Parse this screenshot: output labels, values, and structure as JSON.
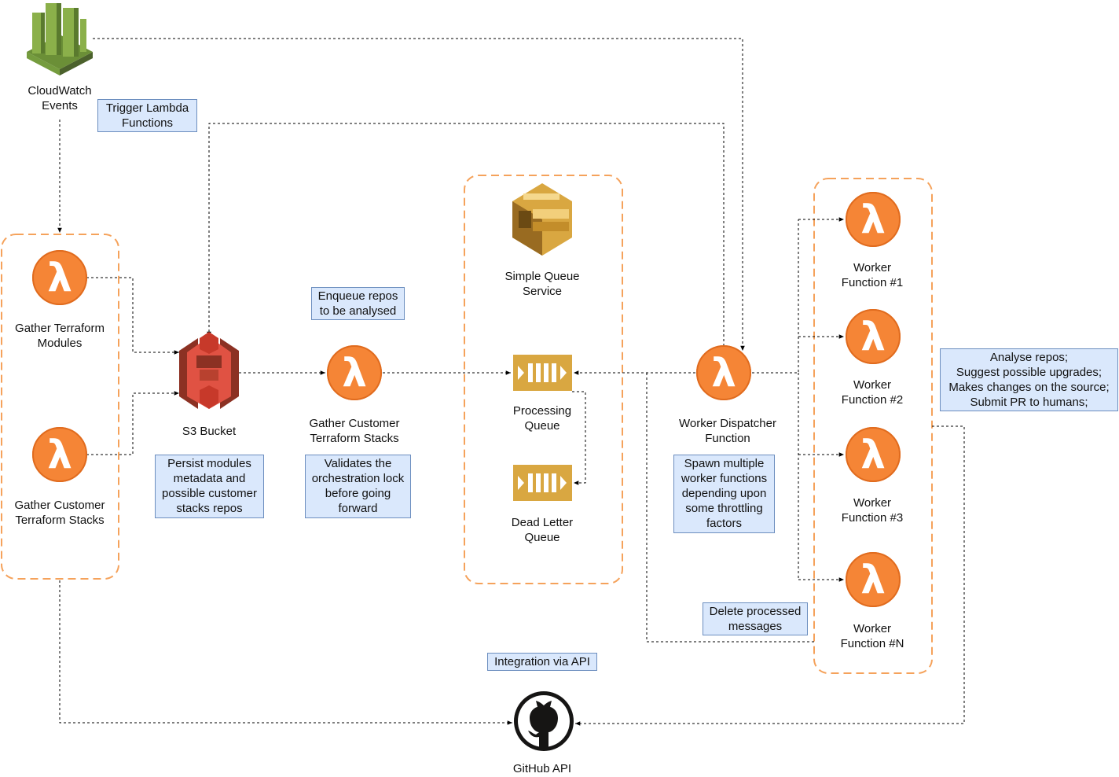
{
  "nodes": {
    "cloudwatch": {
      "icon": "cloudwatch-icon",
      "lines": [
        "CloudWatch",
        "Events"
      ]
    },
    "gather_modules": {
      "icon": "lambda-icon",
      "lines": [
        "Gather Terraform",
        "Modules"
      ]
    },
    "gather_stacks_left": {
      "icon": "lambda-icon",
      "lines": [
        "Gather Customer",
        "Terraform Stacks"
      ]
    },
    "s3": {
      "icon": "s3-bucket-icon",
      "lines": [
        "S3 Bucket"
      ]
    },
    "gather_stacks_mid": {
      "icon": "lambda-icon",
      "lines": [
        "Gather Customer",
        "Terraform Stacks"
      ]
    },
    "sqs": {
      "icon": "sqs-icon",
      "lines": [
        "Simple Queue",
        "Service"
      ]
    },
    "processing_queue": {
      "icon": "queue-icon",
      "lines": [
        "Processing",
        "Queue"
      ]
    },
    "dead_letter_queue": {
      "icon": "queue-icon",
      "lines": [
        "Dead Letter",
        "Queue"
      ]
    },
    "dispatcher": {
      "icon": "lambda-icon",
      "lines": [
        "Worker Dispatcher",
        "Function"
      ]
    },
    "worker1": {
      "icon": "lambda-icon",
      "lines": [
        "Worker",
        "Function #1"
      ]
    },
    "worker2": {
      "icon": "lambda-icon",
      "lines": [
        "Worker",
        "Function #2"
      ]
    },
    "worker3": {
      "icon": "lambda-icon",
      "lines": [
        "Worker",
        "Function #3"
      ]
    },
    "workerN": {
      "icon": "lambda-icon",
      "lines": [
        "Worker",
        "Function #N"
      ]
    },
    "github": {
      "icon": "github-icon",
      "lines": [
        "GitHub API"
      ]
    }
  },
  "notes": {
    "trigger": [
      "Trigger Lambda",
      "Functions"
    ],
    "persist": [
      "Persist modules",
      "metadata and",
      "possible customer",
      "stacks repos"
    ],
    "enqueue": [
      "Enqueue repos",
      "to be analysed"
    ],
    "validates": [
      "Validates the",
      "orchestration lock",
      "before going",
      "forward"
    ],
    "spawn": [
      "Spawn multiple",
      "worker functions",
      "depending upon",
      "some throttling",
      "factors"
    ],
    "analyse": [
      "Analyse repos;",
      "Suggest possible upgrades;",
      "Makes changes on the source;",
      "Submit PR to humans;"
    ],
    "delete": [
      "Delete processed",
      "messages"
    ],
    "integration": [
      "Integration via API"
    ]
  },
  "colors": {
    "lambda": "#f58536",
    "lambda_glyph": "#ffffff",
    "s3": "#e05243",
    "sqs": "#d9a741",
    "cloudwatch": "#759c3e",
    "group_border": "#f5a25b",
    "note_fill": "#dae8fc",
    "note_border": "#6c8ebf",
    "edge": "#000000"
  }
}
